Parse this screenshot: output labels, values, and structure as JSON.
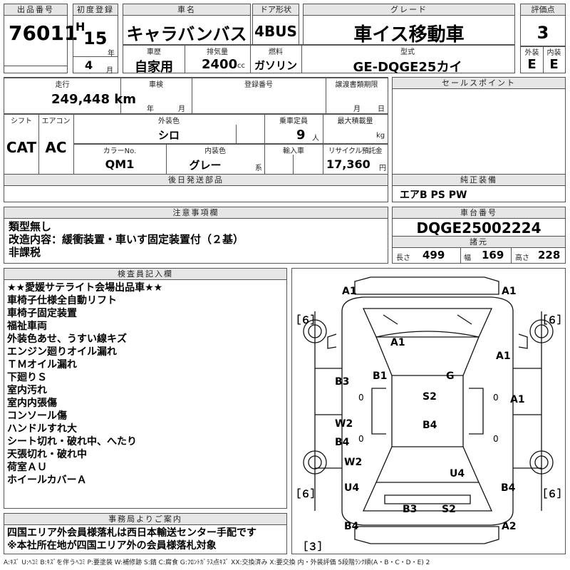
{
  "header": {
    "lot_label": "出品番号",
    "lot_no": "76011",
    "first_reg_label": "初度登録",
    "era": "H",
    "year": "15",
    "year_unit": "年",
    "month": "4",
    "month_unit": "月",
    "name_label": "車名",
    "name": "キャラバンバス",
    "doors_label": "ドア形状",
    "doors": "4BUS",
    "grade_label": "グレード",
    "grade": "車イス移動車",
    "score_label": "評価点",
    "score": "3",
    "history_label": "車歴",
    "history": "自家用",
    "displacement_label": "排気量",
    "displacement": "2400",
    "displacement_unit": "cc",
    "fuel_label": "燃料",
    "fuel": "ガソリン",
    "model_label": "型式",
    "model": "GE-DQGE25カイ",
    "ext_label": "外装",
    "ext_grade": "E",
    "int_label": "内装",
    "int_grade": "E"
  },
  "specs": {
    "mileage_label": "走行",
    "mileage": "249,448 km",
    "inspection_label": "車検",
    "inspection_year_unit": "年",
    "inspection_month_unit": "月",
    "regno_label": "登録番号",
    "transfer_label": "譲渡書類期限",
    "transfer_month_unit": "月",
    "transfer_day_unit": "日",
    "shift_label": "シフト",
    "shift": "CAT",
    "ac_label": "エアコン",
    "ac": "AC",
    "color_label": "外装色",
    "color": "シロ",
    "capacity_label": "乗車定員",
    "capacity": "9",
    "capacity_unit": "人",
    "load_label": "最大積載量",
    "load_unit": "kg",
    "color_no_label": "カラーNo.",
    "color_no": "QM1",
    "interior_label": "内装色",
    "interior": "グレー",
    "interior_unit": "系",
    "import_label": "輸入車",
    "recycle_label": "リサイクル預託金",
    "recycle": "17,360",
    "recycle_unit": "円",
    "later_label": "後日発送部品",
    "sales_label": "セールスポイント",
    "equip_label": "純正装備",
    "equip": "エアB PS PW"
  },
  "notes": {
    "label": "注意事項欄",
    "lines": [
      "類型無し",
      "改造内容：緩衝装置・車いす固定装置付（２基）",
      "非課税"
    ]
  },
  "frame": {
    "label": "車台番号",
    "value": "DQGE25002224",
    "dim_label": "諸元",
    "length_label": "長さ",
    "length": "499",
    "width_label": "幅",
    "width": "169",
    "height_label": "高さ",
    "height": "228"
  },
  "inspector": {
    "label": "検査員記入欄",
    "lines": [
      "★★愛媛サテライト会場出品車★★",
      "車椅子仕様全自動リフト",
      "車椅子固定装置",
      "福祉車両",
      "外装色あせ、うすい線キズ",
      "エンジン廻りオイル漏れ",
      "ＴＭオイル漏れ",
      "下廻りＳ",
      "室内汚れ",
      "室内内張傷",
      "コンソール傷",
      "ハンドルすれ大",
      "シート切れ・破れ中、へたり",
      "天張切れ・破れ中",
      "荷室ＡＵ",
      "ホイールカバーＡ"
    ]
  },
  "office": {
    "label": "事務局よりご案内",
    "lines": [
      "四国エリア外会員様落札は西日本輸送センター手配です",
      "※本社所在地が四国エリア外の会員様落札対象"
    ]
  },
  "diagram": {
    "damage": [
      "A1",
      "A1",
      "A1",
      "A1",
      "B1",
      "G",
      "S2",
      "B3",
      "A1",
      "W2",
      "B4",
      "B4",
      "W2",
      "U4",
      "U4",
      "B4",
      "B3",
      "S2",
      "B4",
      "A2"
    ],
    "tires": [
      "［６］",
      "［６］",
      "［６］",
      "［６］",
      "［３］"
    ],
    "zeros": [
      "0",
      "0",
      "0",
      "0"
    ]
  },
  "legend": "A:ｷｽﾞ U:ﾍｺﾐ B:ｷｽﾞを伴うﾍｺﾐ P:要塗装 W:補修跡 S:錆 C:腐食 G:ﾌﾛﾝﾄｶﾞﾗｽ点ｷｽﾞ XX:交換済み X:要交換 内・外装評価 5段階ﾗﾝｸ順(A・B・C・D・E) 2"
}
